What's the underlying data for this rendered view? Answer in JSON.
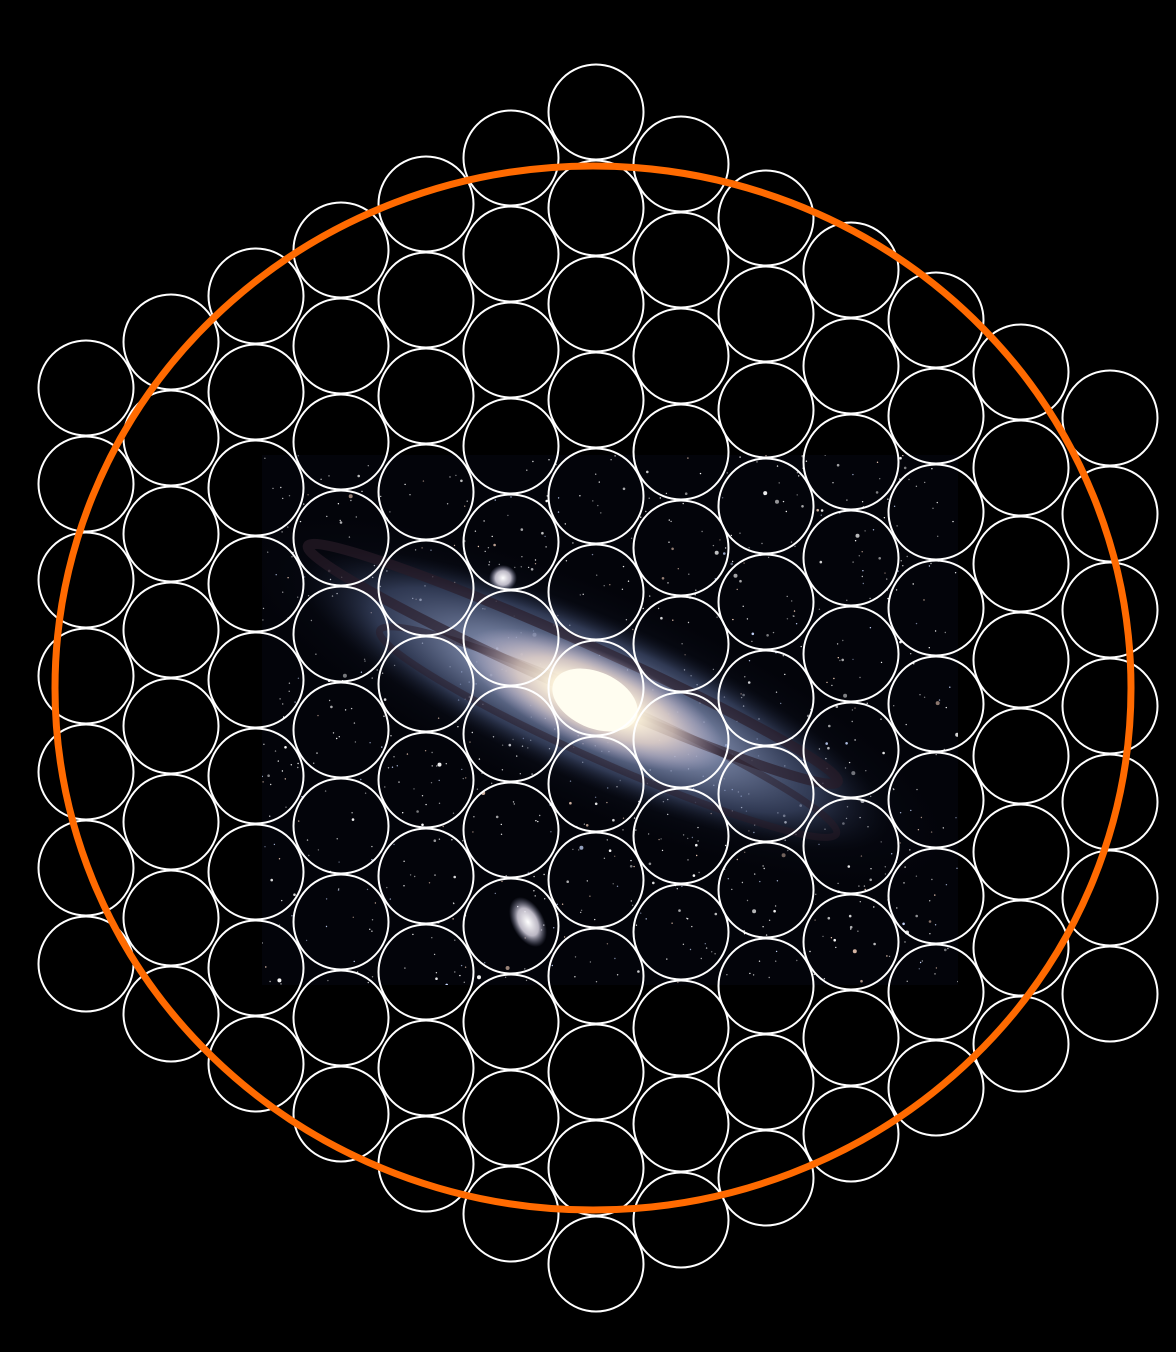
{
  "colors": {
    "background": "#000000",
    "fiber_stroke": "#ffffff",
    "field_of_view_stroke": "#ff6a00",
    "galaxy_core": "#fffbe8",
    "galaxy_disk": "#8fa3c9",
    "galaxy_dust": "#3a2a3a",
    "star": "#ffffff"
  },
  "figure": {
    "background_image": "spiral-galaxy-photo",
    "overlay": "hexagonal-grid-of-circular-fiber-footprints",
    "outline": "orange-field-of-view-ellipse"
  }
}
